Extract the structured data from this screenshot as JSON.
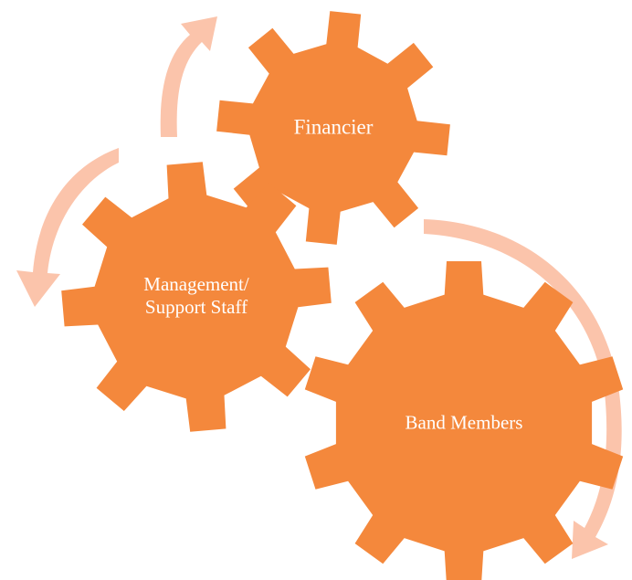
{
  "colors": {
    "gear": "#f4883c",
    "arrow": "#fbc4ab",
    "label_text": "#ffffff",
    "background": "#ffffff"
  },
  "gears": [
    {
      "key": "financier",
      "label": "Financier",
      "teeth": 8
    },
    {
      "key": "management",
      "label": "Management/\nSupport Staff",
      "teeth": 8
    },
    {
      "key": "band",
      "label": "Band Members",
      "teeth": 10
    }
  ],
  "arrows": [
    {
      "key": "arrow-top",
      "direction": "up-right"
    },
    {
      "key": "arrow-left",
      "direction": "down-left"
    },
    {
      "key": "arrow-right",
      "direction": "down"
    }
  ]
}
